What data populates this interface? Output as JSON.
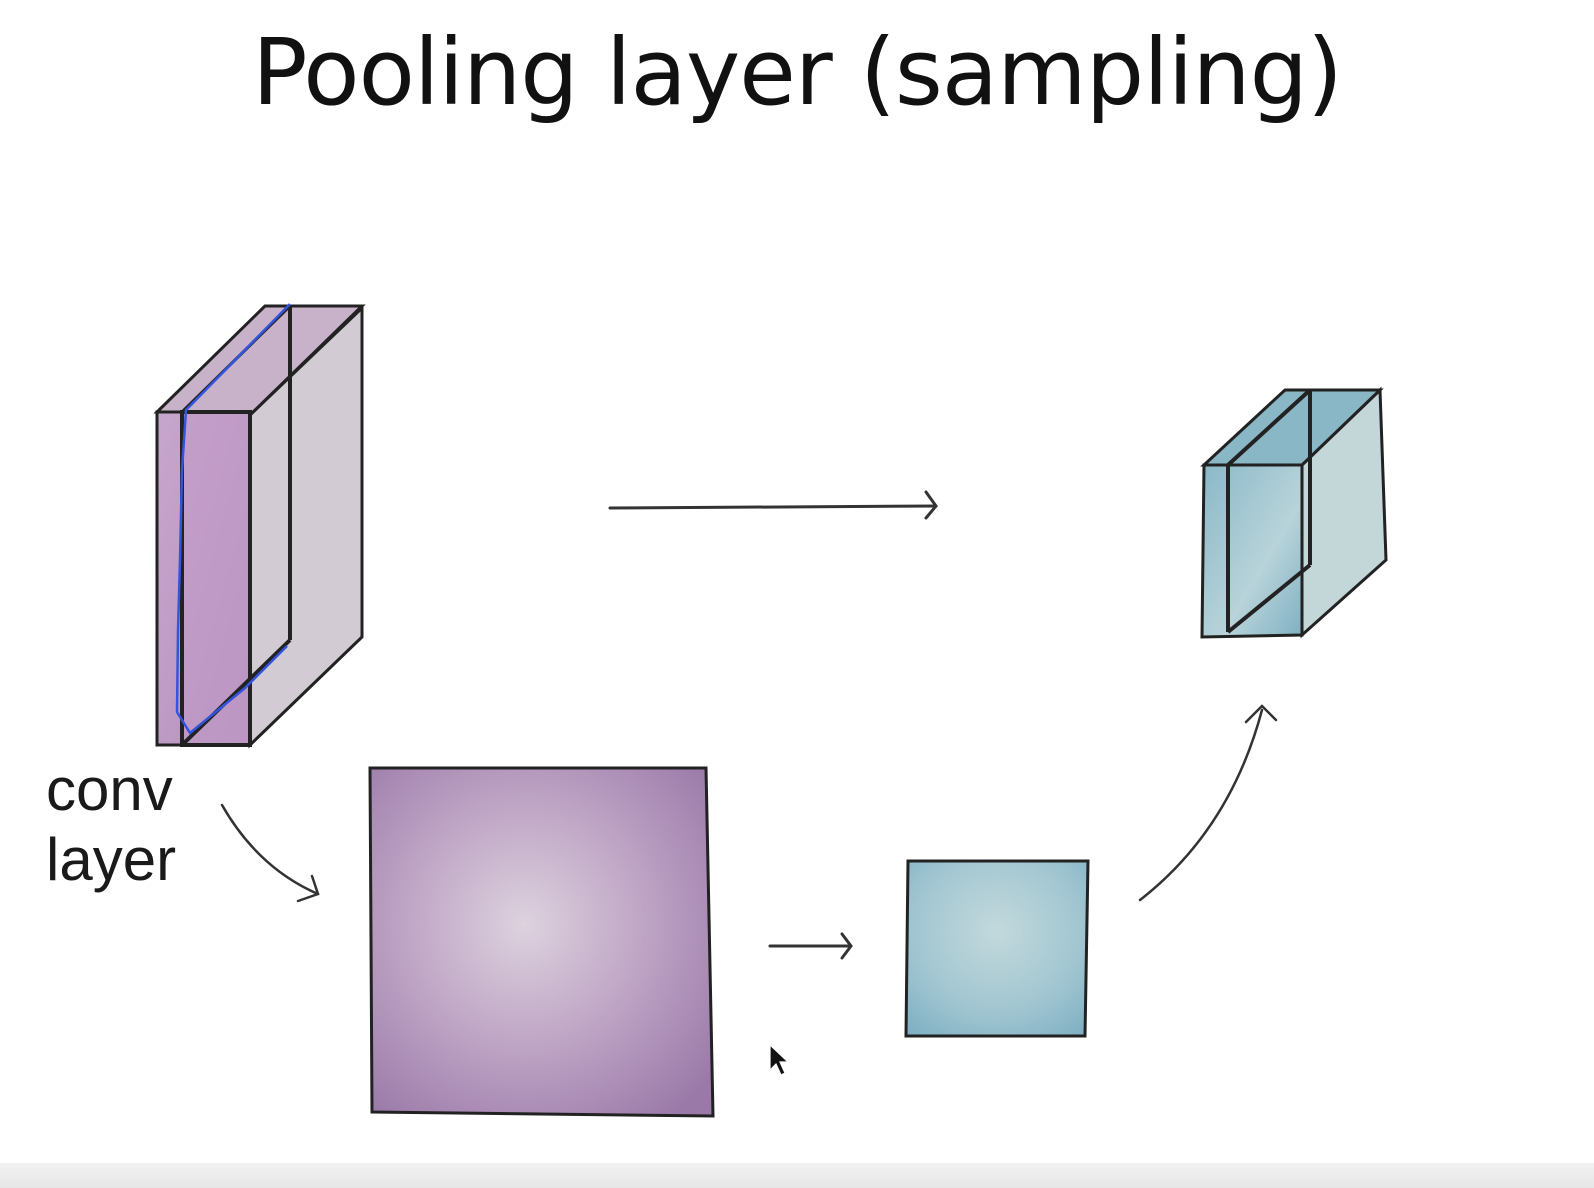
{
  "slide": {
    "title": "Pooling layer (sampling)",
    "label_line1": "conv",
    "label_line2": "layer"
  },
  "colors": {
    "purple": "#a985b4",
    "purple_light": "#d7c7da",
    "blue": "#6fa6bc",
    "blue_light": "#b9d3da",
    "ink": "#222222",
    "highlight_stroke": "#3355dd"
  },
  "icons": {
    "cursor": "mouse-pointer-icon"
  }
}
